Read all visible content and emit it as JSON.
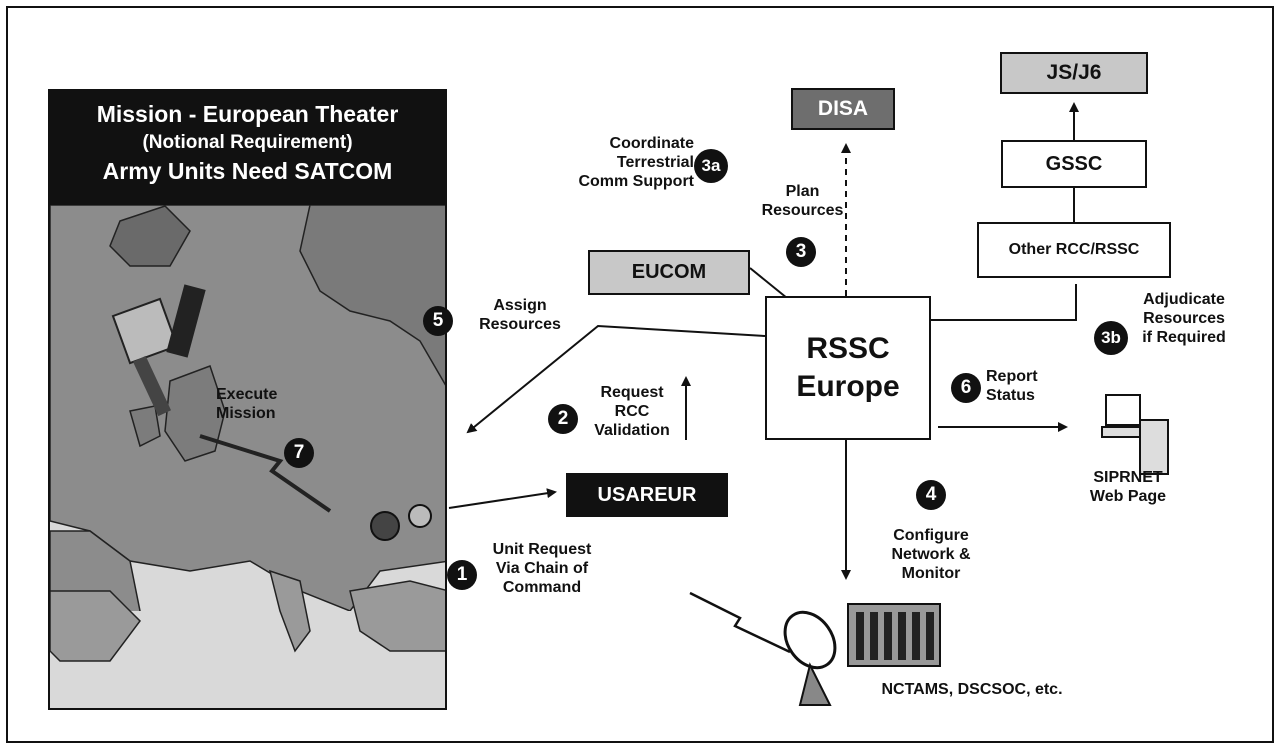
{
  "map": {
    "title_line1": "Mission - European Theater",
    "title_line2": "(Notional Requirement)",
    "title_line3": "Army Units Need SATCOM",
    "execute_label_1": "Execute",
    "execute_label_2": "Mission"
  },
  "nodes": {
    "disa": "DISA",
    "js_j6": "JS/J6",
    "gssc": "GSSC",
    "other_rcc": "Other RCC/RSSC",
    "eucom": "EUCOM",
    "rssc_line1": "RSSC",
    "rssc_line2": "Europe",
    "usareur": "USAREUR",
    "siprnet_line1": "SIPRNET",
    "siprnet_line2": "Web Page",
    "nctams": "NCTAMS, DSCSOC, etc."
  },
  "steps": {
    "s1": {
      "num": "1",
      "line1": "Unit Request",
      "line2": "Via Chain of",
      "line3": "Command"
    },
    "s2": {
      "num": "2",
      "line1": "Request",
      "line2": "RCC",
      "line3": "Validation"
    },
    "s3": {
      "num": "3",
      "line1": "Plan",
      "line2": "Resources"
    },
    "s3a": {
      "num": "3a",
      "line1": "Coordinate",
      "line2": "Terrestrial",
      "line3": "Comm Support"
    },
    "s3b": {
      "num": "3b",
      "line1": "Adjudicate",
      "line2": "Resources",
      "line3": "if Required"
    },
    "s4": {
      "num": "4",
      "line1": "Configure",
      "line2": "Network &",
      "line3": "Monitor"
    },
    "s5": {
      "num": "5",
      "line1": "Assign",
      "line2": "Resources"
    },
    "s6": {
      "num": "6",
      "line1": "Report",
      "line2": "Status"
    },
    "s7": {
      "num": "7"
    }
  },
  "colors": {
    "dark_box": "#6e6e6e",
    "light_box": "#c8c8c8",
    "black": "#111111"
  }
}
